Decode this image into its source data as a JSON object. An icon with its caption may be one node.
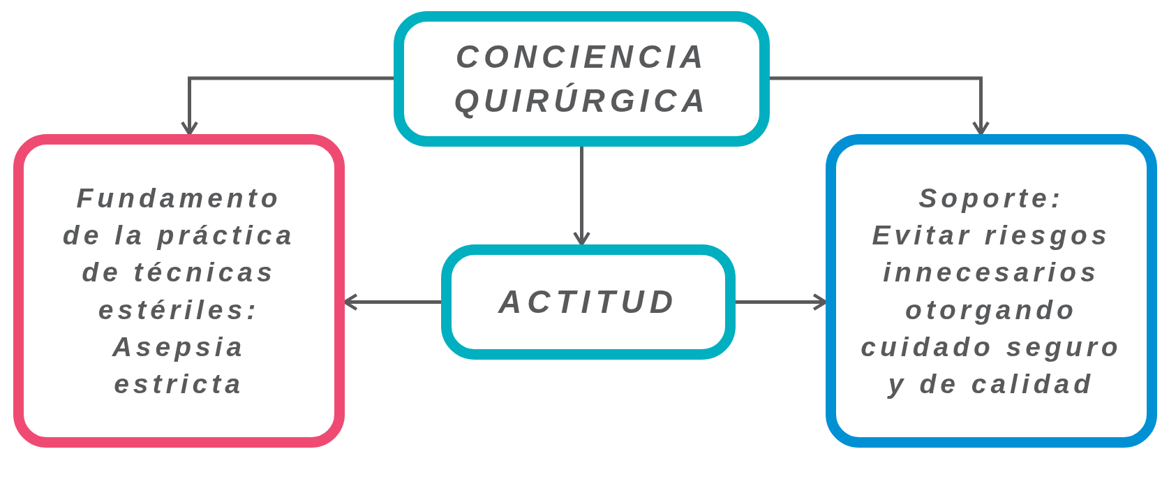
{
  "diagram": {
    "nodes": [
      {
        "text": [
          "CONCIENCIA QUIRÚRGICA"
        ]
      },
      {
        "text": [
          "Fundamento de la práctica de técnicas estériles: Asepsia estricta"
        ]
      },
      {
        "text": [
          "ACTITUD"
        ]
      },
      {
        "text": [
          "Soporte:",
          "Evitar riesgos innecesarios otorgando cuidado seguro y de calidad"
        ]
      }
    ],
    "edges": [
      {
        "from": 0,
        "to": 1,
        "arrow": "to"
      },
      {
        "from": 0,
        "to": 3,
        "arrow": "to"
      },
      {
        "from": 0,
        "to": 2,
        "arrow": "to"
      },
      {
        "from": 2,
        "to": 1,
        "arrow": "to"
      },
      {
        "from": 2,
        "to": 3,
        "arrow": "to"
      }
    ]
  }
}
